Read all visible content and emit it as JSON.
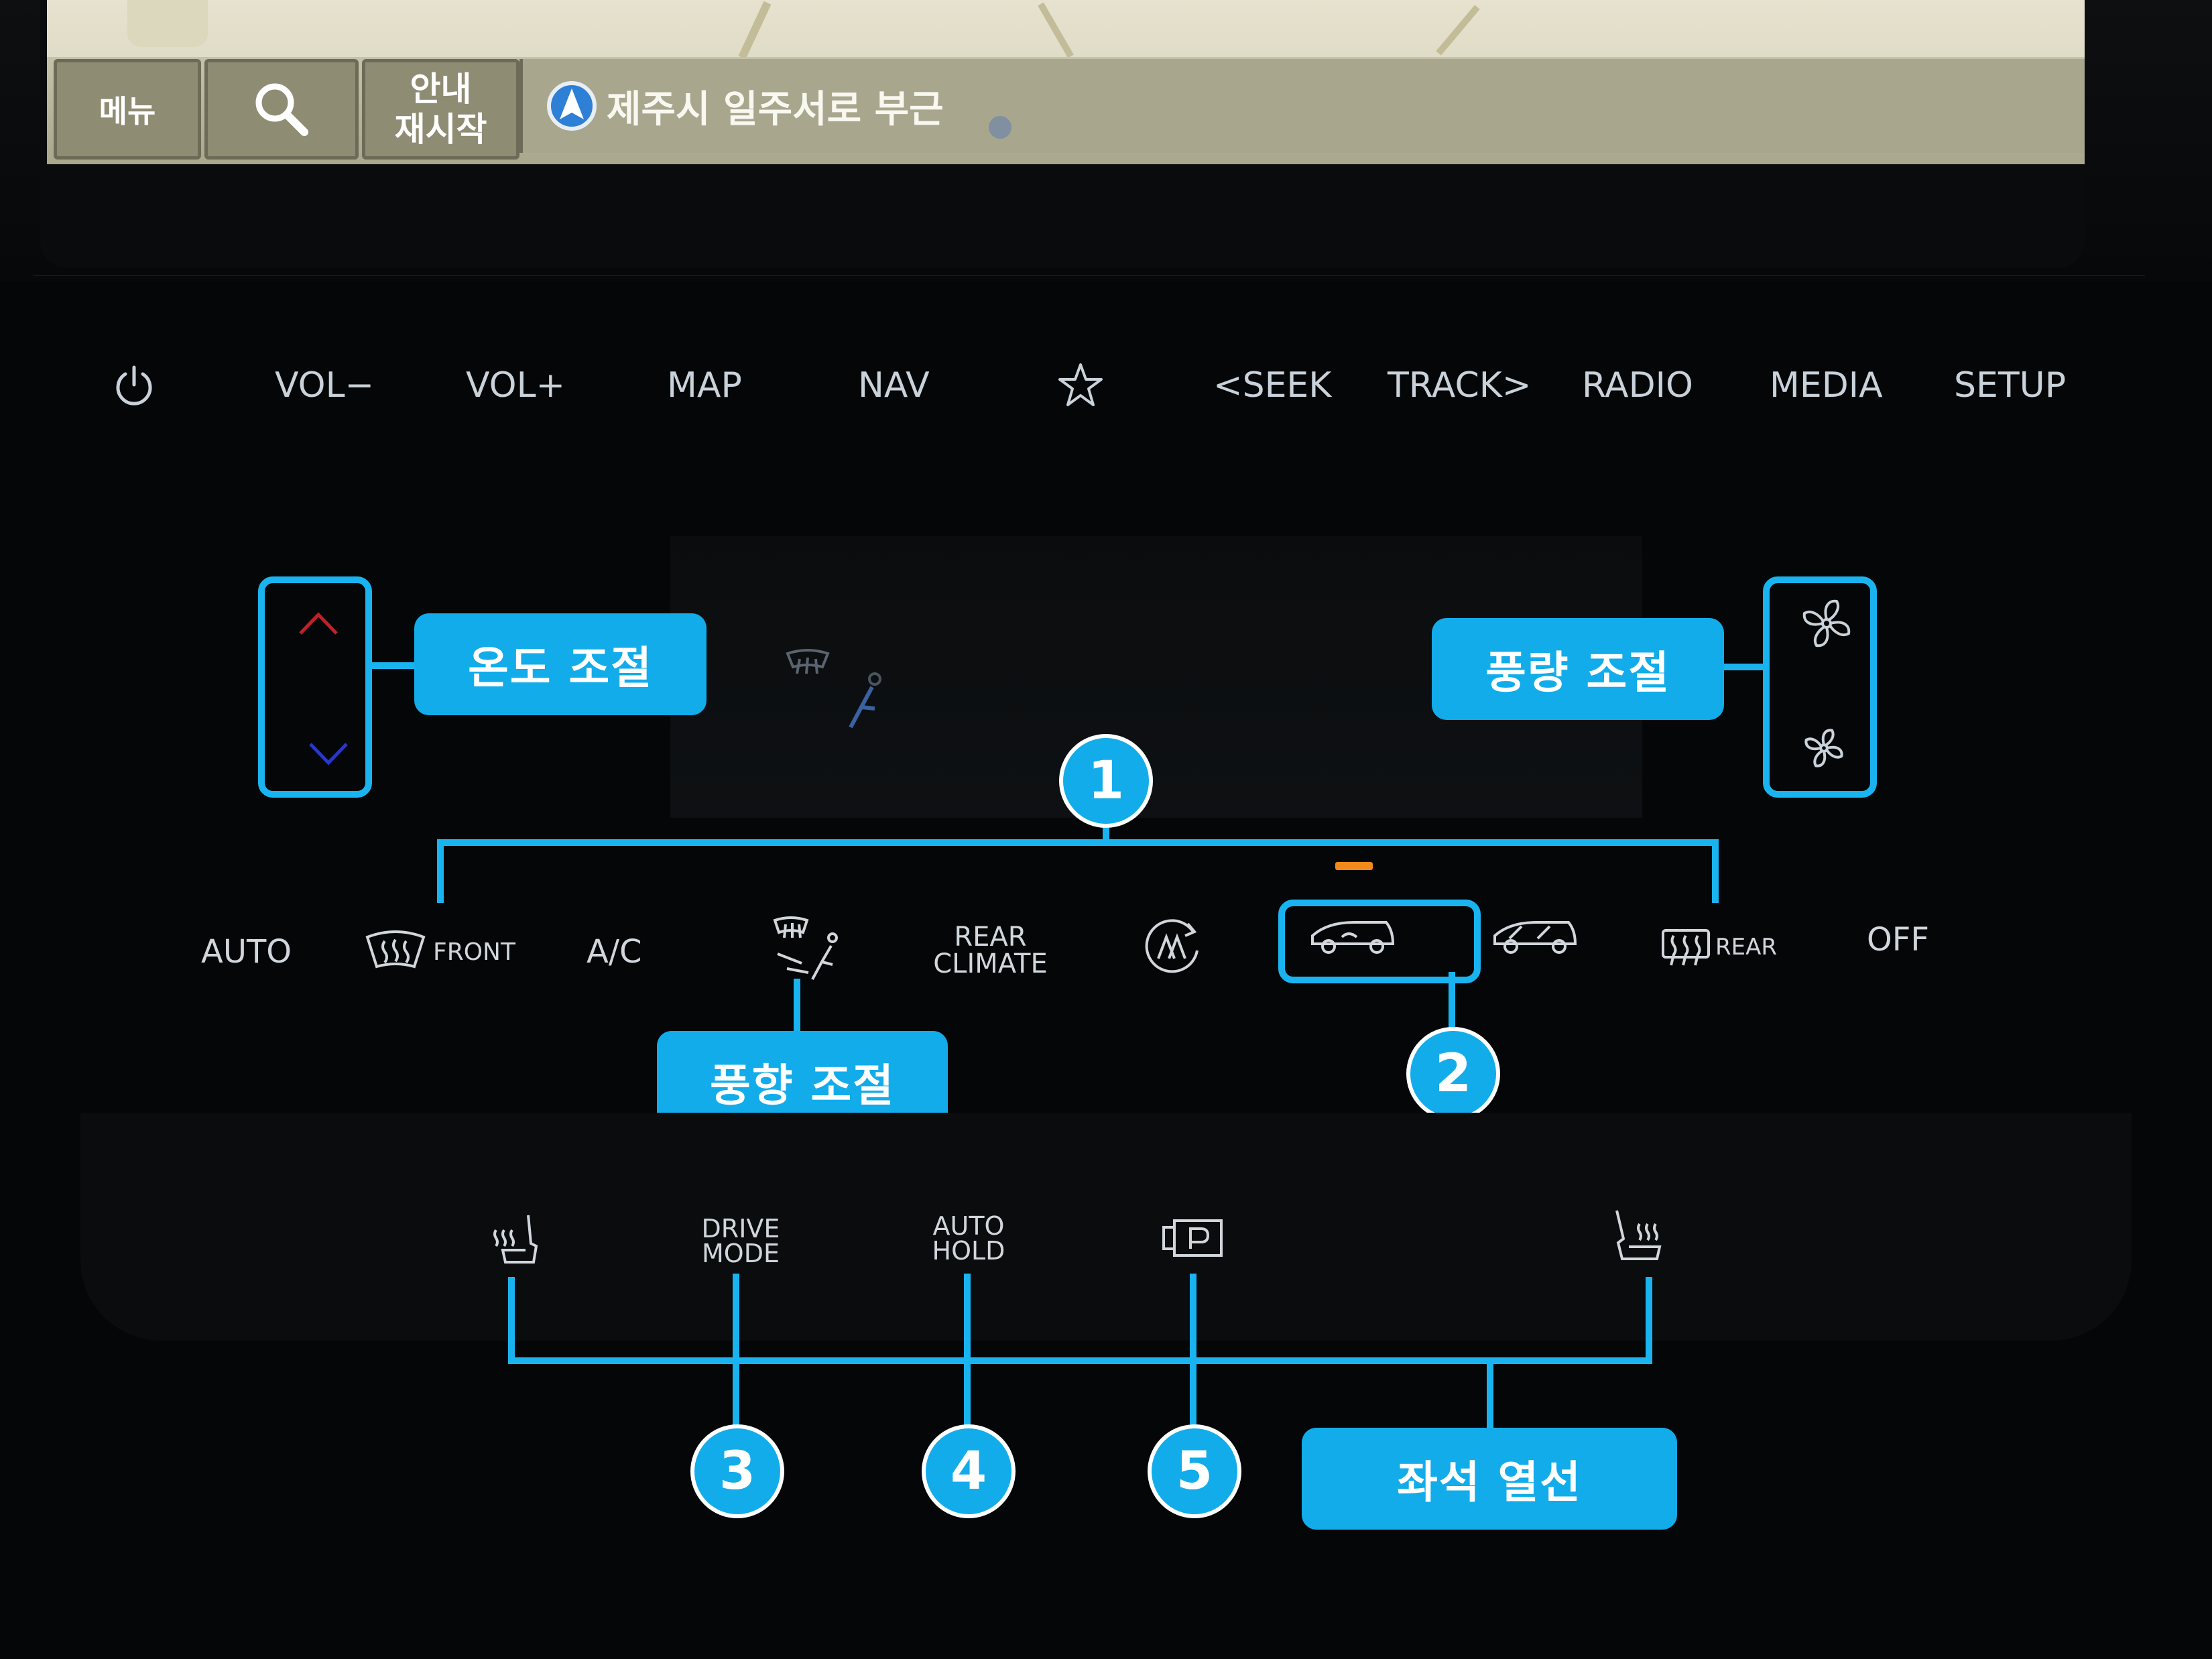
{
  "nav_screen": {
    "menu_label": "메뉴",
    "restart_label": "안내\n재시작",
    "location_text": "제주시 일주서로 부근"
  },
  "hard_keys": {
    "vol_down": "VOL−",
    "vol_up": "VOL+",
    "map": "MAP",
    "nav": "NAV",
    "seek": "<SEEK",
    "track": "TRACK>",
    "radio": "RADIO",
    "media": "MEDIA",
    "setup": "SETUP"
  },
  "climate": {
    "auto": "AUTO",
    "front": "FRONT",
    "ac": "A/C",
    "rear_climate": "REAR\nCLIMATE",
    "rear": "REAR",
    "off": "OFF"
  },
  "lower_row": {
    "drive_mode": "DRIVE\nMODE",
    "auto_hold": "AUTO\nHOLD"
  },
  "annotations": {
    "temp": "온도 조절",
    "fan_speed": "풍량 조절",
    "air_direction": "풍향 조절",
    "seat_heating": "좌석 열선",
    "n1": "1",
    "n2": "2",
    "n3": "3",
    "n4": "4",
    "n5": "5"
  },
  "colors": {
    "accent": "#12acea",
    "key_text": "#c9d2da",
    "temp_up": "#c0202a",
    "temp_down": "#2838c8",
    "indicator": "#f08a1a"
  }
}
